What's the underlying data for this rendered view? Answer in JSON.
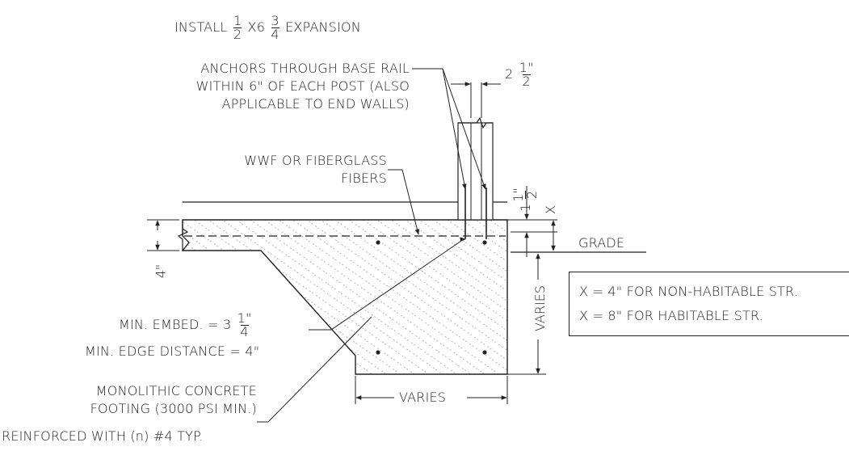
{
  "notes": {
    "install_prefix": "INSTALL",
    "install_frac1_num": "1",
    "install_frac1_den": "2",
    "install_mid": "X6",
    "install_frac2_num": "3",
    "install_frac2_den": "4",
    "install_suffix": "EXPANSION",
    "anchors_line1": "ANCHORS THROUGH BASE RAIL",
    "anchors_line2": "WITHIN 6\" OF EACH POST (ALSO",
    "anchors_line3": "APPLICABLE TO END WALLS)",
    "wwf_line1": "WWF OR FIBERGLASS",
    "wwf_line2": "FIBERS",
    "embed_prefix": "MIN. EMBED. = 3",
    "embed_num": "1\"",
    "embed_den": "4",
    "edge_distance": "MIN. EDGE DISTANCE = 4\"",
    "footing_line1": "MONOLITHIC CONCRETE",
    "footing_line2": "FOOTING (3000 PSI MIN.)",
    "footing_line3": "REINFORCED WITH (n) #4 TYP."
  },
  "dimensions": {
    "post_width_whole": "2",
    "post_width_num": "1\"",
    "post_width_den": "2",
    "top_offset_whole": "1",
    "top_offset_num": "1\"",
    "top_offset_den": "2",
    "x_label": "X",
    "slab_thickness": "4\"",
    "depth": "VARIES",
    "width": "VARIES"
  },
  "grade_label": "GRADE",
  "legend": {
    "line1": "X = 4\" FOR NON-HABITABLE STR.",
    "line2": "X = 8\" FOR HABITABLE STR."
  }
}
